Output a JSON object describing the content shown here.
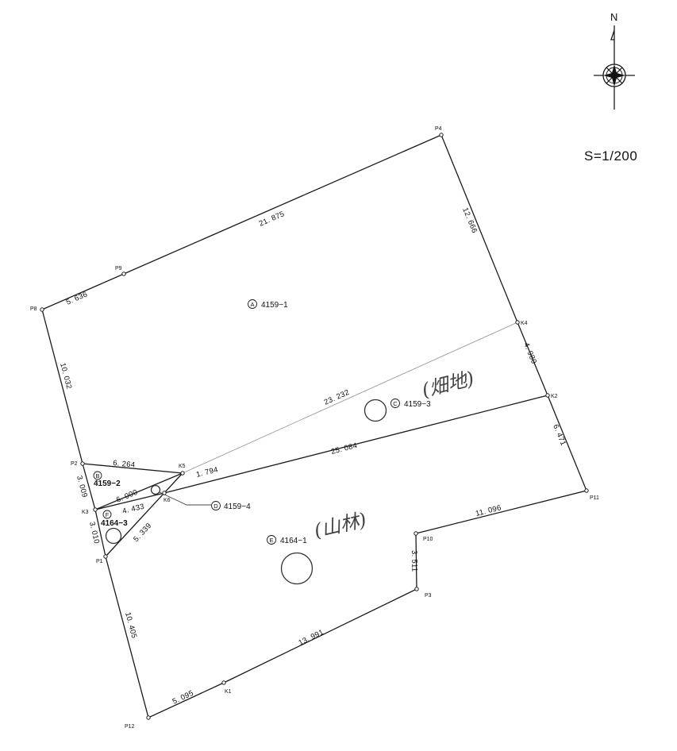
{
  "scale_label": "S=1/200",
  "north_label": "N",
  "parcels": [
    {
      "mark": "A",
      "number": "4159−1"
    },
    {
      "mark": "B",
      "number": "4159−2"
    },
    {
      "mark": "C",
      "number": "4159−3"
    },
    {
      "mark": "D",
      "number": "4159−4"
    },
    {
      "mark": "E",
      "number": "4164−1"
    },
    {
      "mark": "F",
      "number": "4164−3"
    }
  ],
  "handwritten_notes": {
    "c_note": "(畑地)",
    "e_note": "(山林)"
  },
  "points": {
    "P1": "P1",
    "P2": "P2",
    "P3": "P3",
    "P4": "P4",
    "P8": "P8",
    "P9": "P9",
    "P10": "P10",
    "P11": "P11",
    "P12": "P12",
    "K1": "K1",
    "K2": "K2",
    "K3": "K3",
    "K4": "K4",
    "K5": "K5",
    "K6": "K6"
  },
  "dimensions": {
    "p9_p4": "21. 875",
    "p8_p9": "5. 636",
    "p4_k4": "12. 666",
    "k4_k2": "4. 980",
    "k2_p11": "6. 471",
    "p8_p2": "10. 032",
    "p2_k5": "6. 264",
    "p2_k3": "3. 009",
    "k3_k5": "6. 000",
    "k5_k2_short": "1. 794",
    "k3_k6": "4. 433",
    "k3_p1": "3. 010",
    "p1_k5": "5. 339",
    "k5_k4": "23. 232",
    "k6_k2": "25. 084",
    "p11_p10": "11. 096",
    "p10_p3": "3. 511",
    "p3_k1": "13. 991",
    "k1_p12": "5. 095",
    "p1_p12": "10. 405"
  }
}
